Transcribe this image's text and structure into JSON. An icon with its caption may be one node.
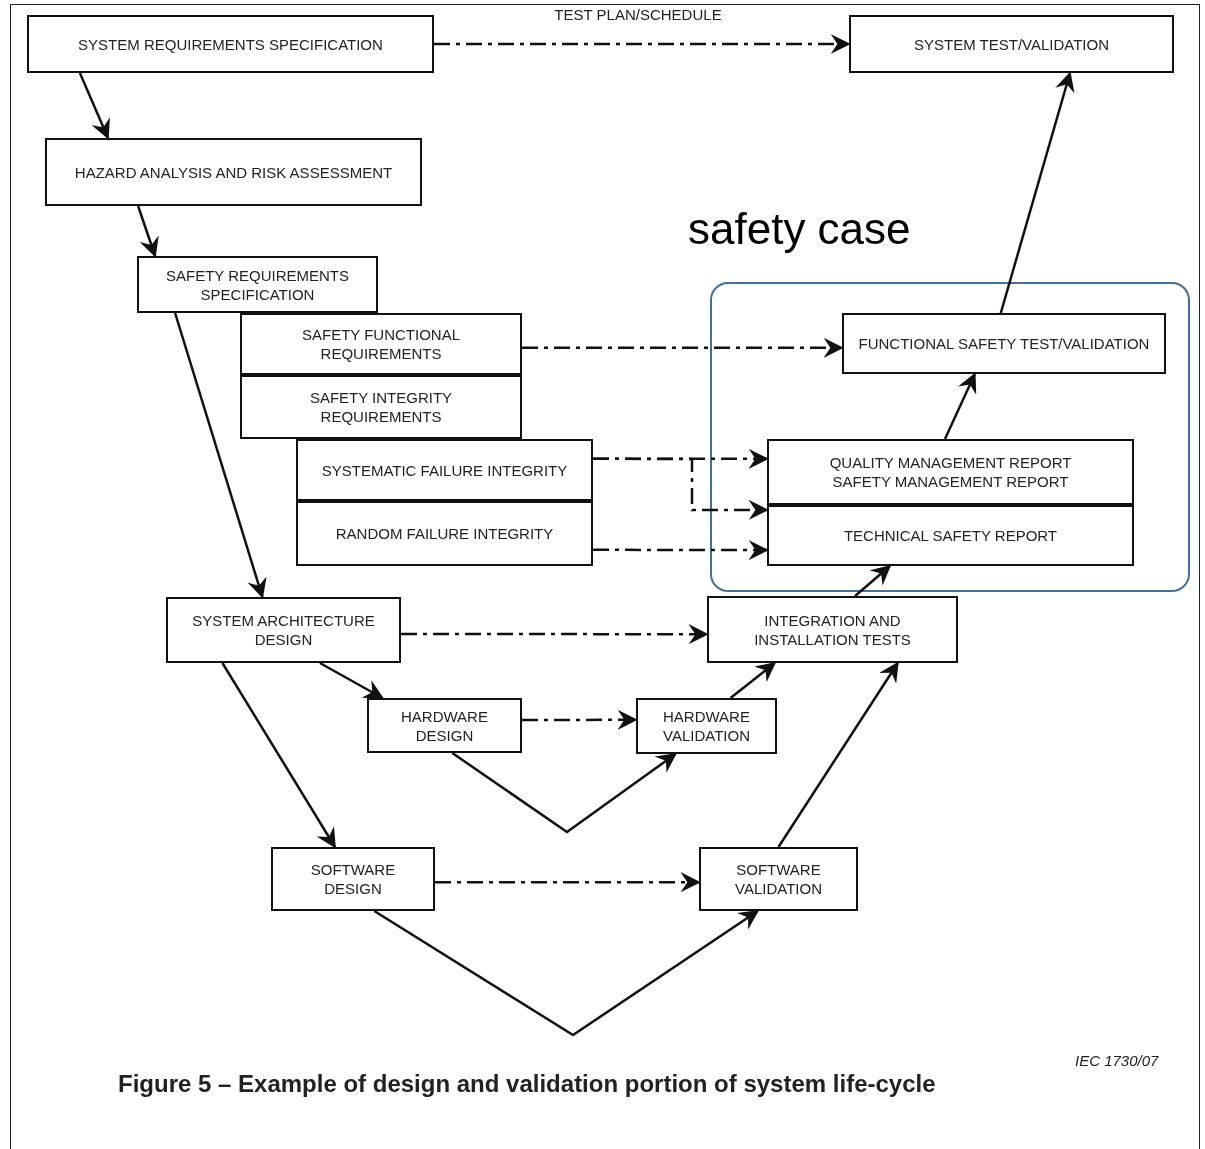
{
  "diagram": {
    "caption": "Figure 5 – Example of design and validation portion of system life-cycle",
    "nodes": [
      {
        "text": [
          "SYSTEM REQUIREMENTS SPECIFICATION"
        ]
      },
      {
        "text": [
          "SYSTEM TEST/VALIDATION"
        ]
      },
      {
        "text": [
          "HAZARD ANALYSIS AND RISK ASSESSMENT"
        ]
      },
      {
        "text": [
          "SAFETY REQUIREMENTS SPECIFICATION"
        ]
      },
      {
        "text": [
          "SAFETY FUNCTIONAL REQUIREMENTS"
        ]
      },
      {
        "text": [
          "SAFETY INTEGRITY REQUIREMENTS"
        ]
      },
      {
        "text": [
          "SYSTEMATIC FAILURE INTEGRITY"
        ]
      },
      {
        "text": [
          "RANDOM FAILURE INTEGRITY"
        ]
      },
      {
        "text": [
          "safety case"
        ]
      },
      {
        "text": [
          "FUNCTIONAL SAFETY TEST/VALIDATION"
        ],
        "in": 8
      },
      {
        "text": [
          "QUALITY MANAGEMENT REPORT",
          "SAFETY MANAGEMENT REPORT"
        ],
        "in": 8
      },
      {
        "text": [
          "TECHNICAL SAFETY REPORT"
        ],
        "in": 8
      },
      {
        "text": [
          "SYSTEM ARCHITECTURE DESIGN"
        ]
      },
      {
        "text": [
          "INTEGRATION AND INSTALLATION TESTS"
        ]
      },
      {
        "text": [
          "HARDWARE DESIGN"
        ]
      },
      {
        "text": [
          "HARDWARE VALIDATION"
        ]
      },
      {
        "text": [
          "SOFTWARE DESIGN"
        ]
      },
      {
        "text": [
          "SOFTWARE VALIDATION"
        ]
      }
    ],
    "edges": [
      {
        "from": 0,
        "to": 1,
        "arrow": "to",
        "style": "dashed",
        "label": "TEST PLAN/SCHEDULE"
      },
      {
        "from": 0,
        "to": 2,
        "arrow": "to"
      },
      {
        "from": 2,
        "to": 3,
        "arrow": "to"
      },
      {
        "from": 3,
        "to": 12,
        "arrow": "to"
      },
      {
        "from": 4,
        "to": 9,
        "arrow": "to",
        "style": "dashed"
      },
      {
        "from": 6,
        "to": 10,
        "arrow": "to",
        "style": "dashed"
      },
      {
        "from": 6,
        "to": 11,
        "arrow": "to",
        "style": "dashed"
      },
      {
        "from": 7,
        "to": 11,
        "arrow": "to",
        "style": "dashed"
      },
      {
        "from": 12,
        "to": 13,
        "arrow": "to",
        "style": "dashed"
      },
      {
        "from": 12,
        "to": 14,
        "arrow": "to"
      },
      {
        "from": 12,
        "to": 16,
        "arrow": "to"
      },
      {
        "from": 14,
        "to": 15,
        "arrow": "to",
        "style": "dashed"
      },
      {
        "from": 14,
        "to": 15,
        "arrow": "to"
      },
      {
        "from": 16,
        "to": 17,
        "arrow": "to",
        "style": "dashed"
      },
      {
        "from": 16,
        "to": 17,
        "arrow": "to"
      },
      {
        "from": 15,
        "to": 13,
        "arrow": "to"
      },
      {
        "from": 17,
        "to": 13,
        "arrow": "to"
      },
      {
        "from": 13,
        "to": 11,
        "arrow": "to"
      },
      {
        "from": 10,
        "to": 9,
        "arrow": "to"
      },
      {
        "from": 9,
        "to": 1,
        "arrow": "to"
      }
    ],
    "labels": [
      "IEC 1730/07"
    ]
  }
}
